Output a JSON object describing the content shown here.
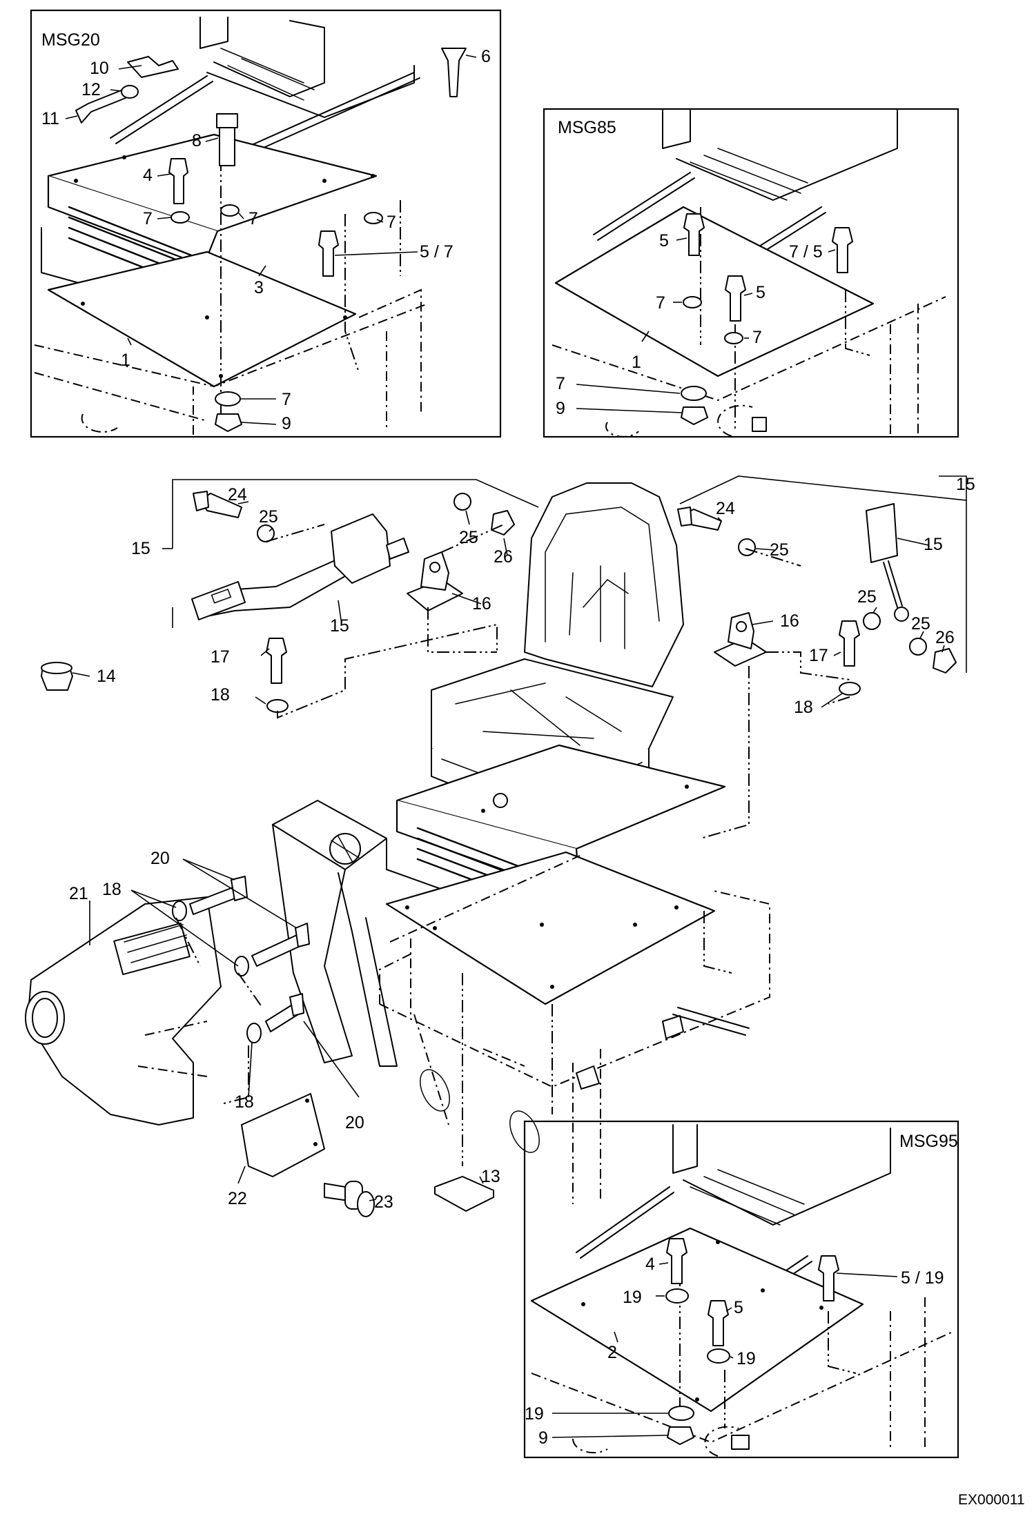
{
  "insets": {
    "msg20": {
      "title": "MSG20"
    },
    "msg85": {
      "title": "MSG85"
    },
    "msg95": {
      "title": "MSG95"
    }
  },
  "callouts": {
    "msg20": [
      "10",
      "6",
      "12",
      "11",
      "8",
      "4",
      "7",
      "7",
      "7",
      "5 / 7",
      "3",
      "1",
      "7",
      "9"
    ],
    "msg85": [
      "5",
      "7 / 5",
      "5",
      "7",
      "7",
      "1",
      "7",
      "9"
    ],
    "main": [
      "24",
      "25",
      "25",
      "26",
      "15",
      "16",
      "15",
      "17",
      "18",
      "14",
      "24",
      "25",
      "15",
      "15",
      "16",
      "25",
      "25",
      "26",
      "17",
      "18",
      "20",
      "18",
      "21",
      "18",
      "20",
      "22",
      "23",
      "13"
    ],
    "msg95": [
      "4",
      "5 / 19",
      "19",
      "5",
      "19",
      "2",
      "19",
      "9"
    ]
  },
  "drawing_ref": "EX000011"
}
